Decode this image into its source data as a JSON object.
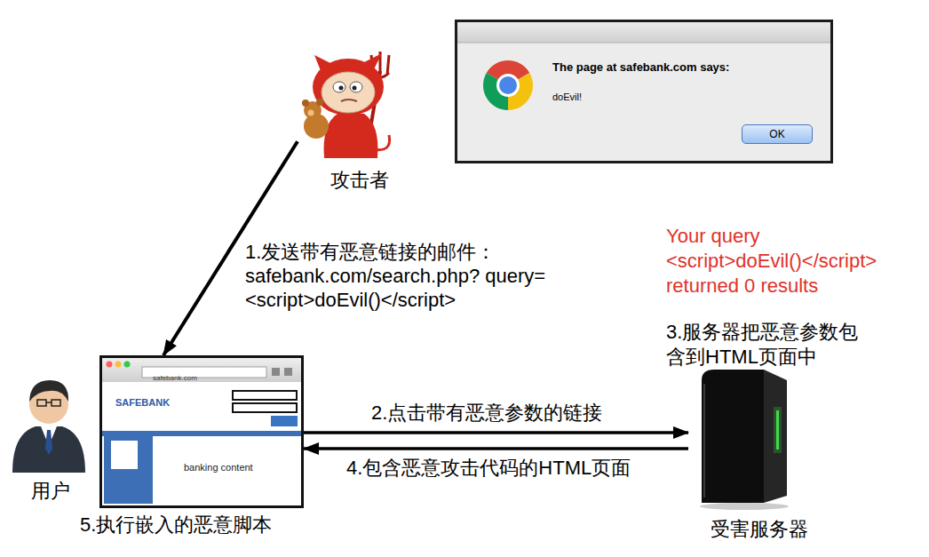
{
  "diagram": {
    "nodes": [
      {
        "text": [
          "The page at safebank.com says:",
          "doEvil!"
        ]
      },
      {
        "text": [
          "OK"
        ],
        "in": 0
      },
      {
        "text": [
          "攻击者"
        ]
      },
      {
        "text": [
          "用户"
        ]
      },
      {
        "text": [
          "safebank.com",
          "SAFEBANK",
          "banking content",
          "5.执行嵌入的恶意脚本"
        ]
      },
      {
        "text": [
          "受害服务器"
        ]
      }
    ],
    "edges": [
      {
        "from": 2,
        "to": 4,
        "arrow": "to",
        "label": "1.发送带有恶意链接的邮件： safebank.com/search.php? query=<script>doEvil()</script>"
      },
      {
        "from": 4,
        "to": 5,
        "arrow": "to",
        "label": "2.点击带有恶意参数的链接"
      },
      {
        "from": 5,
        "to": 4,
        "arrow": "to",
        "label": "4.包含恶意攻击代码的HTML页面"
      }
    ],
    "labels": [
      "Your query <script>doEvil()</script> returned 0 results",
      "3.服务器把恶意参数包含到HTML页面中"
    ]
  }
}
